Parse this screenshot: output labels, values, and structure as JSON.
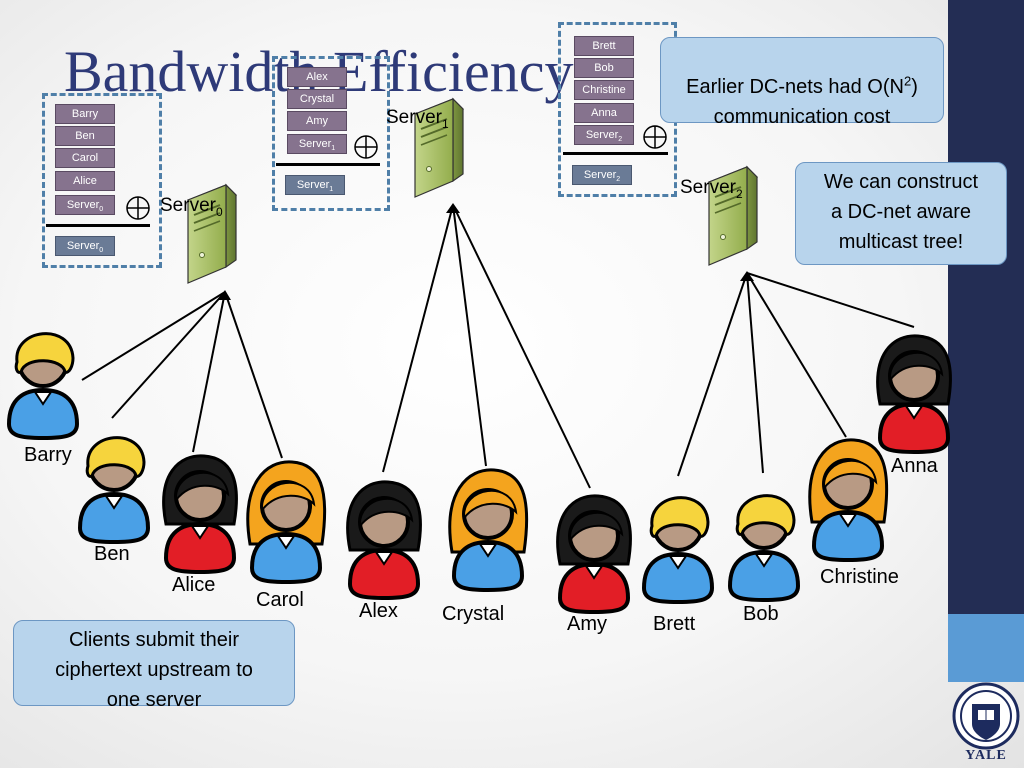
{
  "slide": {
    "title": "Bandwidth Efficiency",
    "colors": {
      "title": "#2e3a78",
      "sidebar_dark": "#232d54",
      "sidebar_light": "#5a9bd5",
      "callout_fill": "#b8d4ec"
    }
  },
  "servers": [
    {
      "label": "Server",
      "sub": "0",
      "members": [
        "Barry",
        "Ben",
        "Carol",
        "Alice"
      ],
      "result_sub": "0"
    },
    {
      "label": "Server",
      "sub": "1",
      "members": [
        "Alex",
        "Crystal",
        "Amy"
      ],
      "result_sub": "1"
    },
    {
      "label": "Server",
      "sub": "2",
      "members": [
        "Brett",
        "Bob",
        "Christine",
        "Anna"
      ],
      "result_sub": "2"
    }
  ],
  "xor_symbol": "⊕",
  "clients": [
    "Barry",
    "Ben",
    "Alice",
    "Carol",
    "Alex",
    "Crystal",
    "Amy",
    "Brett",
    "Bob",
    "Christine",
    "Anna"
  ],
  "callouts": {
    "top_right": {
      "text_before": "Earlier DC-nets had O(N",
      "superscript": "2",
      "text_after": ")\ncommunication cost"
    },
    "right": "We can construct\na DC-net aware\nmulticast tree!",
    "bottom_left": "Clients submit their\nciphertext upstream to\none server"
  },
  "logo": {
    "text": "YALE",
    "icon": "yale-seal-icon"
  }
}
